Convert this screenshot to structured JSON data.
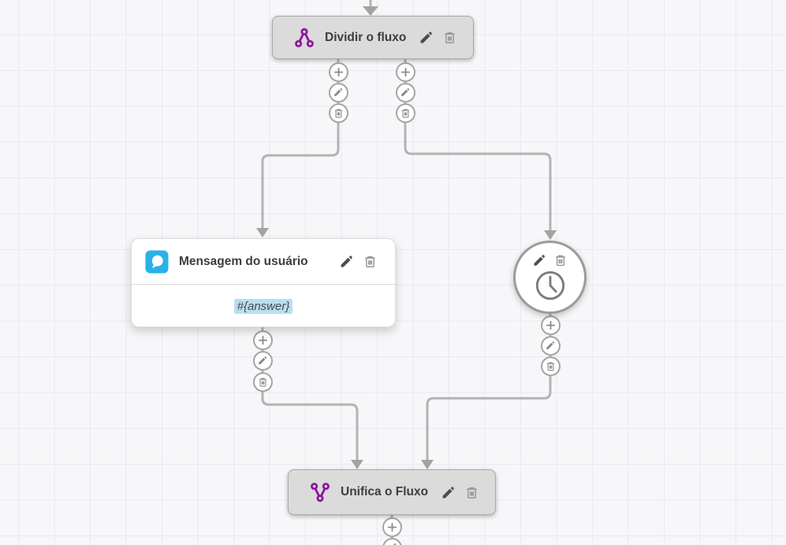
{
  "app": {
    "name": "chatbot-flow-builder-canvas"
  },
  "nodes": {
    "divider": {
      "title": "Dividir o fluxo",
      "icon": "split-icon",
      "actions": [
        "edit",
        "delete"
      ]
    },
    "user_message": {
      "title": "Mensagem do usuário",
      "icon": "chat-bubble-icon",
      "variable": "#{answer}",
      "actions": [
        "edit",
        "delete"
      ]
    },
    "timer": {
      "icon": "clock-icon",
      "actions": [
        "edit",
        "delete"
      ]
    },
    "merge": {
      "title": "Unifica o Fluxo",
      "icon": "merge-icon",
      "actions": [
        "edit",
        "delete"
      ]
    }
  },
  "port_actions": [
    "add",
    "edit",
    "delete"
  ],
  "colors": {
    "accent_purple": "#8e169e",
    "message_icon_blue": "#29b2e8",
    "variable_highlight": "#b9dfef",
    "connector_grey": "#b3b3b3",
    "arrow_grey": "#a3a3a3",
    "node_grey_fill": "#dbdbdb",
    "canvas_bg": "#f7f7f9",
    "grid_line": "#e7eaf2"
  }
}
